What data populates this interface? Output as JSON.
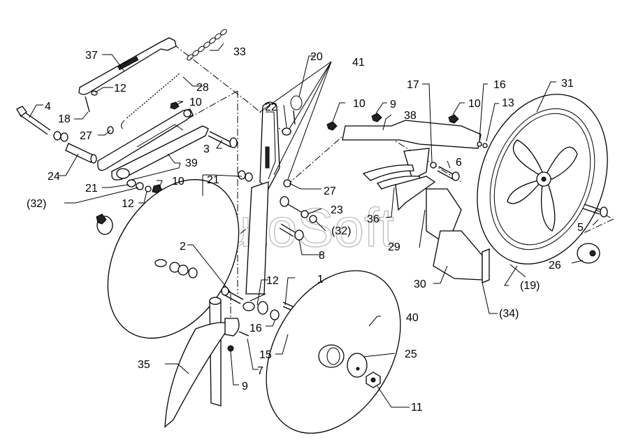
{
  "diagram": {
    "type": "exploded-parts-view",
    "watermark": "AutoSoft",
    "labels": [
      {
        "id": "37",
        "text": "37"
      },
      {
        "id": "33",
        "text": "33"
      },
      {
        "id": "12a",
        "text": "12"
      },
      {
        "id": "28",
        "text": "28"
      },
      {
        "id": "4",
        "text": "4"
      },
      {
        "id": "18",
        "text": "18"
      },
      {
        "id": "10a",
        "text": "10"
      },
      {
        "id": "27a",
        "text": "27"
      },
      {
        "id": "3",
        "text": "3"
      },
      {
        "id": "24",
        "text": "24"
      },
      {
        "id": "39",
        "text": "39"
      },
      {
        "id": "21a",
        "text": "21"
      },
      {
        "id": "10b",
        "text": "10"
      },
      {
        "id": "32a",
        "text": "(32)"
      },
      {
        "id": "12b",
        "text": "12"
      },
      {
        "id": "20",
        "text": "20"
      },
      {
        "id": "41",
        "text": "41"
      },
      {
        "id": "22",
        "text": "22"
      },
      {
        "id": "21b",
        "text": "21"
      },
      {
        "id": "27b",
        "text": "27"
      },
      {
        "id": "23",
        "text": "23"
      },
      {
        "id": "32b",
        "text": "(32)"
      },
      {
        "id": "8",
        "text": "8"
      },
      {
        "id": "10c",
        "text": "10"
      },
      {
        "id": "9a",
        "text": "9"
      },
      {
        "id": "38",
        "text": "38"
      },
      {
        "id": "17",
        "text": "17"
      },
      {
        "id": "10d",
        "text": "10"
      },
      {
        "id": "16a",
        "text": "16"
      },
      {
        "id": "13",
        "text": "13"
      },
      {
        "id": "31",
        "text": "31"
      },
      {
        "id": "6",
        "text": "6"
      },
      {
        "id": "36",
        "text": "36"
      },
      {
        "id": "29",
        "text": "29"
      },
      {
        "id": "5",
        "text": "5"
      },
      {
        "id": "26",
        "text": "26"
      },
      {
        "id": "30",
        "text": "30"
      },
      {
        "id": "19",
        "text": "(19)"
      },
      {
        "id": "34",
        "text": "(34)"
      },
      {
        "id": "2",
        "text": "2"
      },
      {
        "id": "12c",
        "text": "12"
      },
      {
        "id": "1",
        "text": "1"
      },
      {
        "id": "16b",
        "text": "16"
      },
      {
        "id": "15",
        "text": "15"
      },
      {
        "id": "40",
        "text": "40"
      },
      {
        "id": "25",
        "text": "25"
      },
      {
        "id": "7",
        "text": "7"
      },
      {
        "id": "35",
        "text": "35"
      },
      {
        "id": "9b",
        "text": "9"
      },
      {
        "id": "11",
        "text": "11"
      }
    ]
  }
}
